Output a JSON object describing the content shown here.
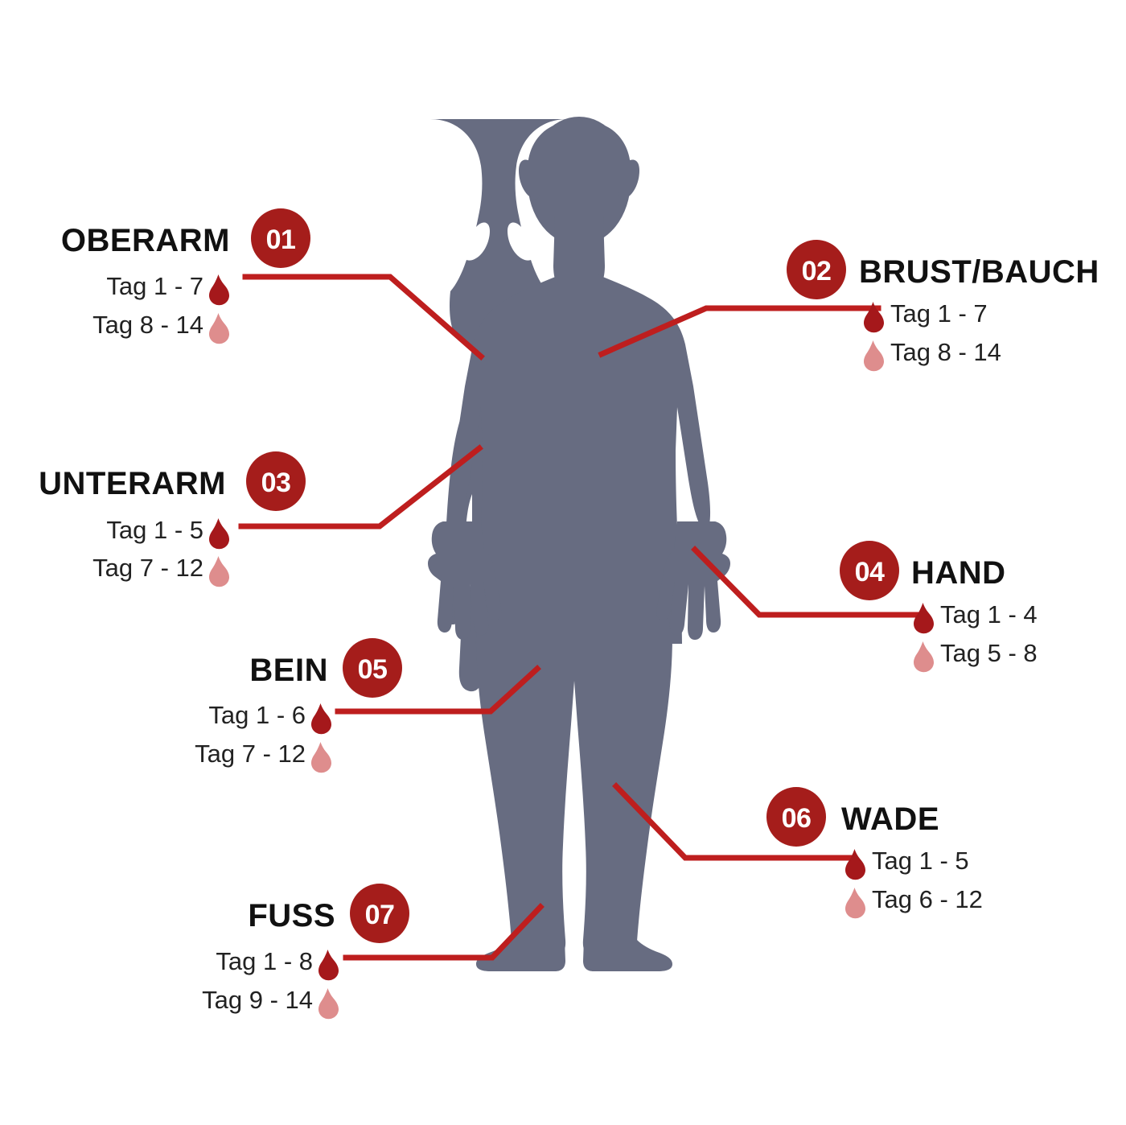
{
  "diagram": {
    "type": "body-map-infographic",
    "language": "de",
    "colors": {
      "badge_red": "#A51D1B",
      "line_red": "#BE1E1E",
      "body_gray": "#676C81",
      "drop_dark": "#A5181B",
      "drop_light": "#DE8D8D",
      "title_black": "#111111",
      "background": "#FFFFFF"
    },
    "figure": {
      "name": "human-body-silhouette",
      "view": "front"
    },
    "regions": [
      {
        "number": "01",
        "title": "OBERARM",
        "side": "left",
        "rows": [
          {
            "label": "Tag 1 - 7",
            "drop": "dark"
          },
          {
            "label": "Tag 8 - 14",
            "drop": "light"
          }
        ]
      },
      {
        "number": "02",
        "title": "BRUST/BAUCH",
        "side": "right",
        "rows": [
          {
            "label": "Tag 1 - 7",
            "drop": "dark"
          },
          {
            "label": "Tag 8 - 14",
            "drop": "light"
          }
        ]
      },
      {
        "number": "03",
        "title": "UNTERARM",
        "side": "left",
        "rows": [
          {
            "label": "Tag 1 - 5",
            "drop": "dark"
          },
          {
            "label": "Tag 7 - 12",
            "drop": "light"
          }
        ]
      },
      {
        "number": "04",
        "title": "HAND",
        "side": "right",
        "rows": [
          {
            "label": "Tag 1 - 4",
            "drop": "dark"
          },
          {
            "label": "Tag 5 - 8",
            "drop": "light"
          }
        ]
      },
      {
        "number": "05",
        "title": "BEIN",
        "side": "left",
        "rows": [
          {
            "label": "Tag 1 - 6",
            "drop": "dark"
          },
          {
            "label": "Tag 7 - 12",
            "drop": "light"
          }
        ]
      },
      {
        "number": "06",
        "title": "WADE",
        "side": "right",
        "rows": [
          {
            "label": "Tag 1 - 5",
            "drop": "dark"
          },
          {
            "label": "Tag 6 - 12",
            "drop": "light"
          }
        ]
      },
      {
        "number": "07",
        "title": "FUSS",
        "side": "left",
        "rows": [
          {
            "label": "Tag 1 - 8",
            "drop": "dark"
          },
          {
            "label": "Tag 9 - 14",
            "drop": "light"
          }
        ]
      }
    ]
  }
}
